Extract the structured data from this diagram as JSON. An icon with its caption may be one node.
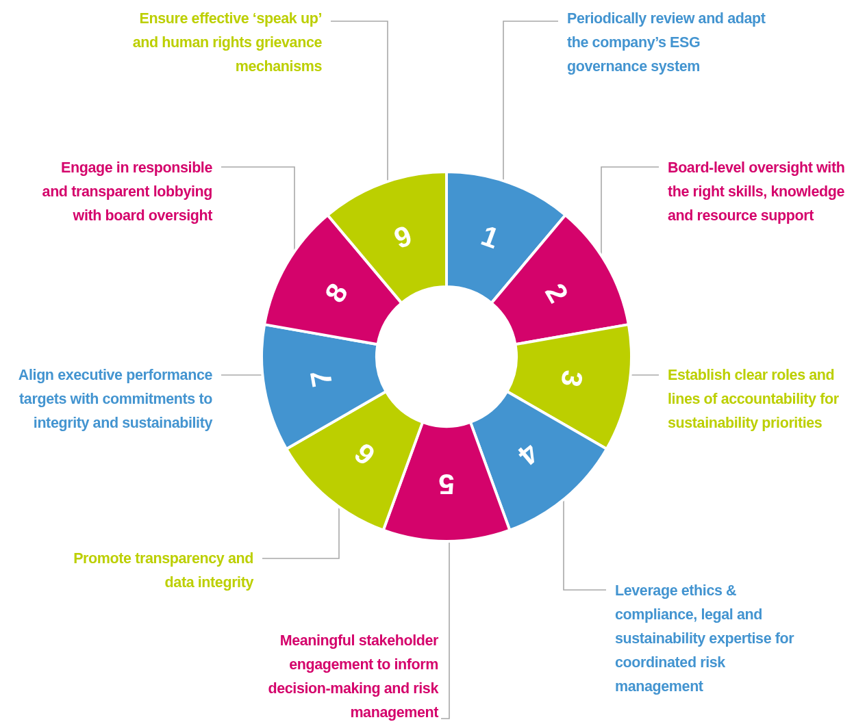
{
  "diagram": {
    "nodes": [
      {
        "text": [
          "1"
        ]
      },
      {
        "text": [
          "2"
        ]
      },
      {
        "text": [
          "3"
        ]
      },
      {
        "text": [
          "4"
        ]
      },
      {
        "text": [
          "5"
        ]
      },
      {
        "text": [
          "6"
        ]
      },
      {
        "text": [
          "7"
        ]
      },
      {
        "text": [
          "8"
        ]
      },
      {
        "text": [
          "9"
        ]
      },
      {
        "text": [
          "Periodically review and adapt the company’s ESG governance system"
        ]
      },
      {
        "text": [
          "Board-level oversight with the right skills, knowledge and resource support"
        ]
      },
      {
        "text": [
          "Establish clear roles and lines of accountability for sustainability priorities"
        ]
      },
      {
        "text": [
          "Leverage ethics & compliance, legal and sustainability expertise for coordinated risk management"
        ]
      },
      {
        "text": [
          "Meaningful stakeholder engagement to inform decision-making and risk management"
        ]
      },
      {
        "text": [
          "Promote transparency and data integrity"
        ]
      },
      {
        "text": [
          "Align executive performance targets with commitments to integrity and sustainability"
        ]
      },
      {
        "text": [
          "Engage in responsible and transparent lobbying with board oversight"
        ]
      },
      {
        "text": [
          "Ensure effective ‘speak up’ and human rights grievance mechanisms"
        ]
      }
    ],
    "edges": [
      {
        "from": 9,
        "to": 0,
        "arrow": "none"
      },
      {
        "from": 10,
        "to": 1,
        "arrow": "none"
      },
      {
        "from": 11,
        "to": 2,
        "arrow": "none"
      },
      {
        "from": 12,
        "to": 3,
        "arrow": "none"
      },
      {
        "from": 13,
        "to": 4,
        "arrow": "none"
      },
      {
        "from": 14,
        "to": 5,
        "arrow": "none"
      },
      {
        "from": 15,
        "to": 6,
        "arrow": "none"
      },
      {
        "from": 16,
        "to": 7,
        "arrow": "none"
      },
      {
        "from": 17,
        "to": 8,
        "arrow": "none"
      }
    ]
  }
}
